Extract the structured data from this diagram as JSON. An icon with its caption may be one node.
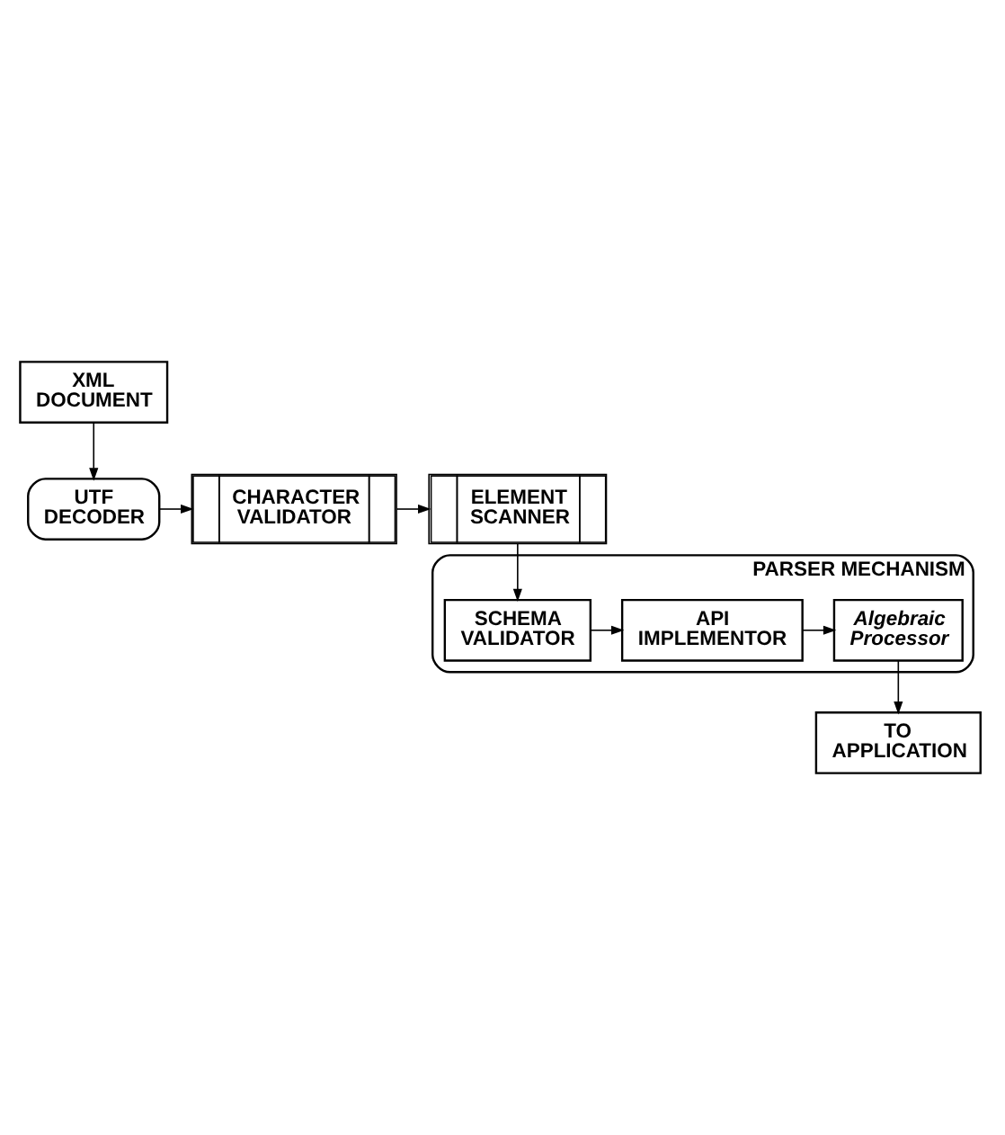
{
  "diagram": {
    "nodes": [
      {
        "text": [
          "XML DOCUMENT"
        ]
      },
      {
        "text": [
          "UTF DECODER"
        ]
      },
      {
        "text": [
          "CHARACTER VALIDATOR"
        ]
      },
      {
        "text": [
          "ELEMENT SCANNER"
        ]
      },
      {
        "text": [
          "PARSER MECHANISM"
        ]
      },
      {
        "text": [
          "Algebraic Processor"
        ],
        "in": 4
      },
      {
        "text": [
          "API IMPLEMENTOR"
        ],
        "in": 4
      },
      {
        "text": [
          "SCHEMA VALIDATOR"
        ],
        "in": 4
      },
      {
        "text": [
          "TO APPLICATION"
        ]
      }
    ],
    "edges": [
      {
        "from": 0,
        "to": 1,
        "arrow": "to"
      },
      {
        "from": 1,
        "to": 2,
        "arrow": "to"
      },
      {
        "from": 2,
        "to": 3,
        "arrow": "to"
      },
      {
        "from": 3,
        "to": 7,
        "arrow": "to"
      },
      {
        "from": 7,
        "to": 6,
        "arrow": "to"
      },
      {
        "from": 6,
        "to": 5,
        "arrow": "to"
      },
      {
        "from": 5,
        "to": 8,
        "arrow": "to"
      }
    ]
  }
}
